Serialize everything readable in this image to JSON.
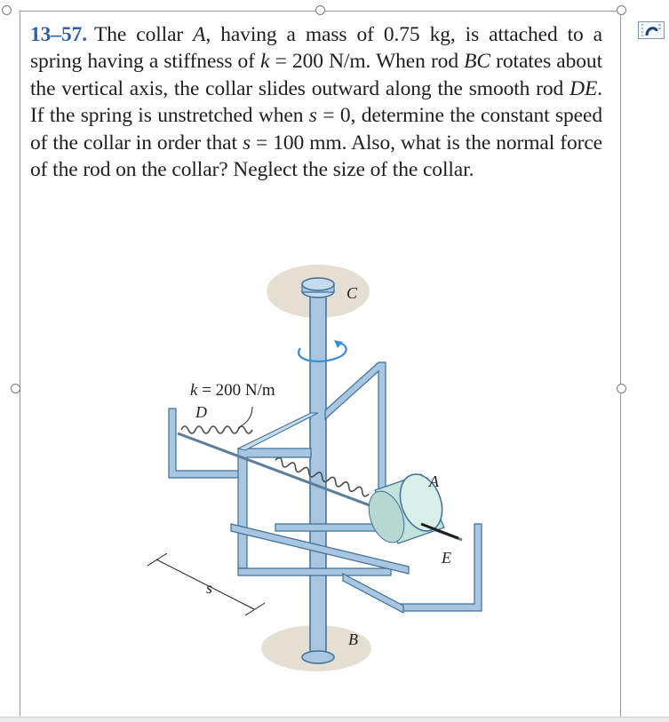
{
  "problem": {
    "number": "13–57.",
    "text_parts": [
      "The collar ",
      "A",
      ", having a mass of 0.75 kg, is attached to a spring having a stiffness of ",
      "k",
      " = 200 N/m. When rod ",
      "BC",
      " rotates about the vertical axis, the collar slides outward along the smooth rod ",
      "DE",
      ". If the spring is unstretched when ",
      "s",
      " = 0, determine the constant speed of the collar in order that ",
      "s",
      " = 100 mm. Also, what is the normal force of the rod on the collar? Neglect the size of the collar."
    ]
  },
  "figure": {
    "label_C": "C",
    "label_B": "B",
    "label_A": "A",
    "label_D": "D",
    "label_E": "E",
    "label_s": "s",
    "label_k_symbol": "k",
    "label_k_value": " = 200 N/m",
    "colors": {
      "rod": "#a9c6e0",
      "rod_edge": "#3d6f98",
      "collar": "#c3e2dc",
      "shadow": "#d8d0c0",
      "arrow": "#3a8fd6"
    }
  }
}
